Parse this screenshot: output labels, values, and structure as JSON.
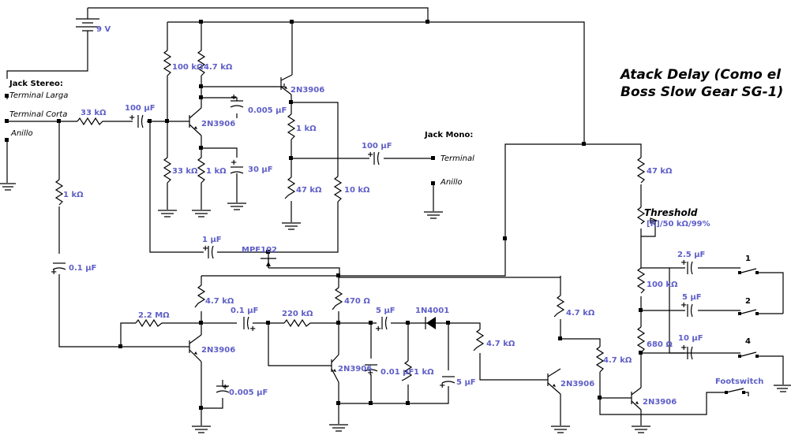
{
  "title": {
    "line1": "Atack Delay (Como el",
    "line2": "Boss Slow Gear SG-1)"
  },
  "battery": {
    "label": "9 V"
  },
  "jack_stereo": {
    "title": "Jack Stereo:",
    "terminal_larga": "Terminal Larga",
    "terminal_corta": "Terminal Corta",
    "anillo": "Anillo"
  },
  "jack_mono": {
    "title": "Jack Mono:",
    "terminal": "Terminal",
    "anillo": "Anillo"
  },
  "resistors": {
    "r_in": "33 kΩ",
    "r_100k": "100 kΩ",
    "r_4k7_top": "4.7 kΩ",
    "r_33k": "33 kΩ",
    "r_1k_emit": "1 kΩ",
    "r_1k_q2": "1 kΩ",
    "r_47k_q2": "47 kΩ",
    "r_10k": "10 kΩ",
    "r_1k_left": "1 kΩ",
    "r_2m2": "2.2 MΩ",
    "r_4k7_q3": "4.7 kΩ",
    "r_220k": "220 kΩ",
    "r_470": "470 Ω",
    "r_1k_bot": "1 kΩ",
    "r_4k7_diode": "4.7 kΩ",
    "r_4k7_q6": "4.7 kΩ",
    "r_4k7_q7": "4.7 kΩ",
    "r_47k_right": "47 kΩ",
    "r_100k_right": "100 kΩ",
    "r_680": "680 Ω"
  },
  "capacitors": {
    "c_100u_in": "100 µF",
    "c_0005_top": "0.005 µF",
    "c_30u": "30 µF",
    "c_100u_out": "100 µF",
    "c_1u": "1 µF",
    "c_01_left": "0.1 µF",
    "c_01_mid": "0.1 µF",
    "c_0005_bot": "0.005 µF",
    "c_5u_a": "5 µF",
    "c_001": "0.01 µF",
    "c_5u_b": "5 µF",
    "c_2u5": "2.5 µF",
    "c_5u_c": "5 µF",
    "c_10u": "10 µF"
  },
  "semis": {
    "q1": "2N3906",
    "q2": "2N3906",
    "q3": "2N3906",
    "q4": "2N3906",
    "q5": "2N3906",
    "q6": "2N3906",
    "jfet": "MPF102",
    "diode": "1N4001"
  },
  "pot": {
    "name": "Threshold",
    "value": "[R]/50 kΩ/99%"
  },
  "switches": {
    "s1": "1",
    "s2": "2",
    "s3": "4",
    "footswitch": "Footswitch"
  }
}
